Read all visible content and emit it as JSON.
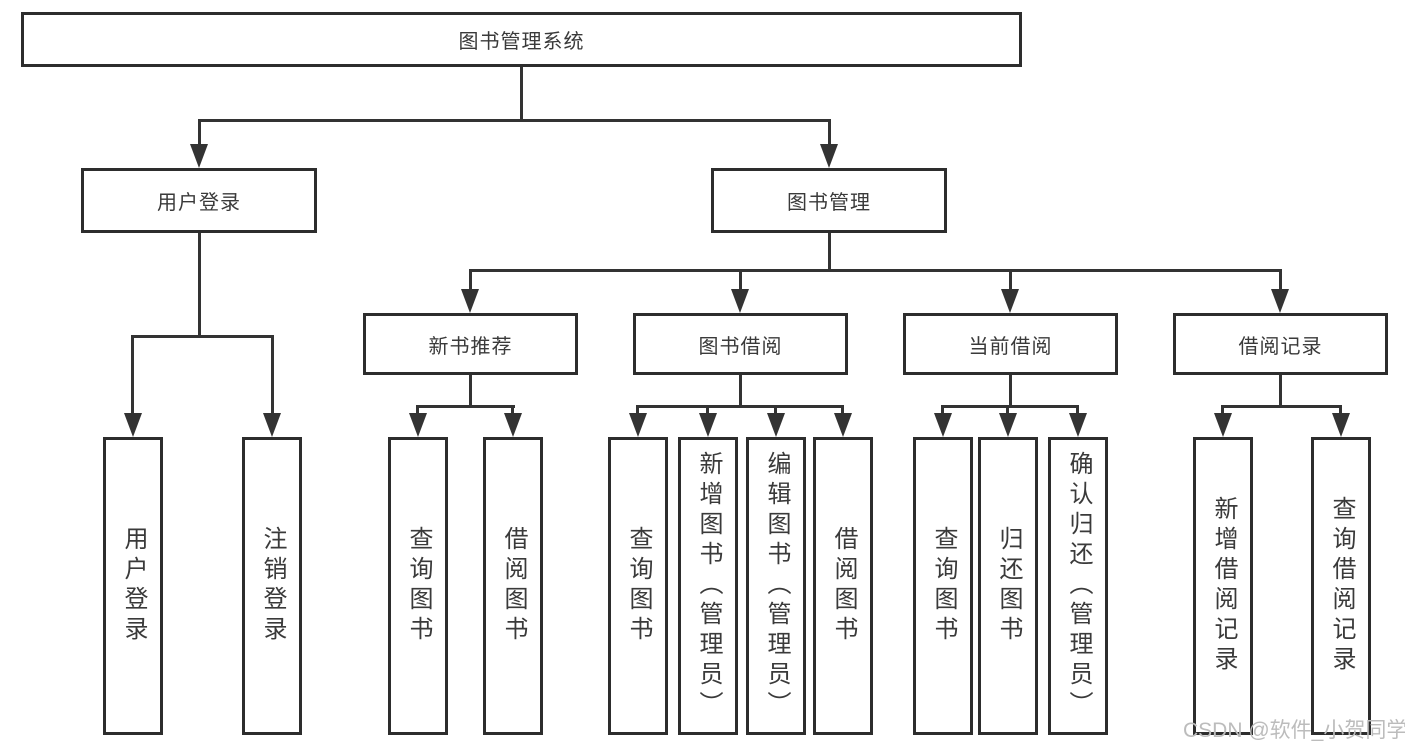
{
  "diagram": {
    "root": {
      "label": "图书管理系统"
    },
    "level2": [
      {
        "label": "用户登录"
      },
      {
        "label": "图书管理"
      }
    ],
    "level3": [
      {
        "label": "新书推荐",
        "parent": "图书管理"
      },
      {
        "label": "图书借阅",
        "parent": "图书管理"
      },
      {
        "label": "当前借阅",
        "parent": "图书管理"
      },
      {
        "label": "借阅记录",
        "parent": "图书管理"
      }
    ],
    "leaves": [
      {
        "label": "用户登录",
        "group": "用户登录"
      },
      {
        "label": "注销登录",
        "group": "用户登录"
      },
      {
        "label": "查询图书",
        "group": "新书推荐"
      },
      {
        "label": "借阅图书",
        "group": "新书推荐"
      },
      {
        "label": "查询图书",
        "group": "图书借阅"
      },
      {
        "label": "新增图书（管理员）",
        "group": "图书借阅"
      },
      {
        "label": "编辑图书（管理员）",
        "group": "图书借阅"
      },
      {
        "label": "借阅图书",
        "group": "图书借阅"
      },
      {
        "label": "查询图书",
        "group": "当前借阅"
      },
      {
        "label": "归还图书",
        "group": "当前借阅"
      },
      {
        "label": "确认归还（管理员）",
        "group": "当前借阅"
      },
      {
        "label": "新增借阅记录",
        "group": "借阅记录"
      },
      {
        "label": "查询借阅记录",
        "group": "借阅记录"
      }
    ]
  },
  "watermark": {
    "text": "CSDN @软件_小贺同学"
  },
  "colors": {
    "line": "#333333",
    "box_border": "#2d2d2d",
    "text": "#3a3a3a",
    "watermark": "#bcbcbc",
    "background": "#ffffff"
  }
}
